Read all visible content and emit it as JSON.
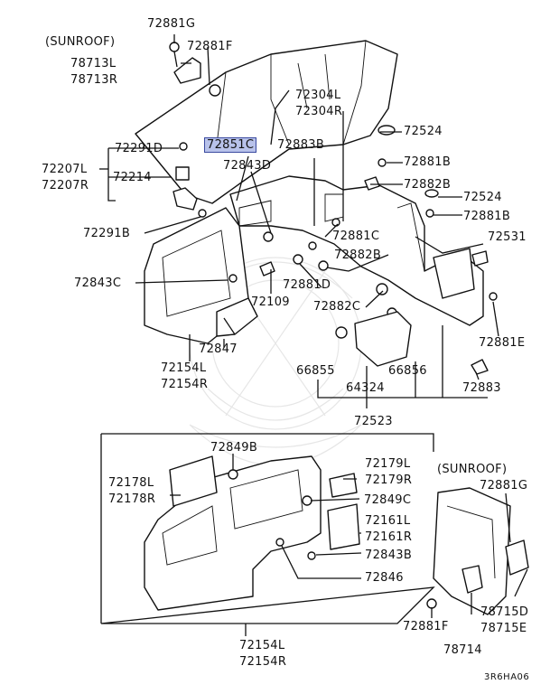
{
  "labels": {
    "sunroof_top": "(SUNROOF)",
    "p72881G_top": "72881G",
    "p72881F_top": "72881F",
    "p78713L": "78713L",
    "p78713R": "78713R",
    "p72304L": "72304L",
    "p72304R": "72304R",
    "p72851C": "72851C",
    "p72883B": "72883B",
    "p72524_a": "72524",
    "p72881B_a": "72881B",
    "p72882B_a": "72882B",
    "p72524_b": "72524",
    "p72881B_b": "72881B",
    "p72291D": "72291D",
    "p72207L": "72207L",
    "p72207R": "72207R",
    "p72214": "72214",
    "p72843D": "72843D",
    "p72291B": "72291B",
    "p72881C": "72881C",
    "p72531": "72531",
    "p72882B_b": "72882B",
    "p72843C": "72843C",
    "p72881D": "72881D",
    "p72109": "72109",
    "p72882C": "72882C",
    "p72847": "72847",
    "p72881E": "72881E",
    "p72154L_top": "72154L",
    "p72154R_top": "72154R",
    "p66855": "66855",
    "p66856": "66856",
    "p64324": "64324",
    "p72883": "72883",
    "p72523": "72523",
    "p72849B": "72849B",
    "p72179L": "72179L",
    "p72179R": "72179R",
    "sunroof_bottom": "(SUNROOF)",
    "p72178L": "72178L",
    "p72178R": "72178R",
    "p72849C": "72849C",
    "p72881G_bottom": "72881G",
    "p72161L": "72161L",
    "p72161R": "72161R",
    "p72843B": "72843B",
    "p72846": "72846",
    "p78715D": "78715D",
    "p78715E": "78715E",
    "p72881F_bottom": "72881F",
    "p78714": "78714",
    "p72154L_bottom": "72154L",
    "p72154R_bottom": "72154R",
    "diagram_code": "3R6HA06"
  },
  "colors": {
    "highlight_fill": "#b8c2ea",
    "highlight_border": "#3a4aa0",
    "line": "#111111"
  }
}
